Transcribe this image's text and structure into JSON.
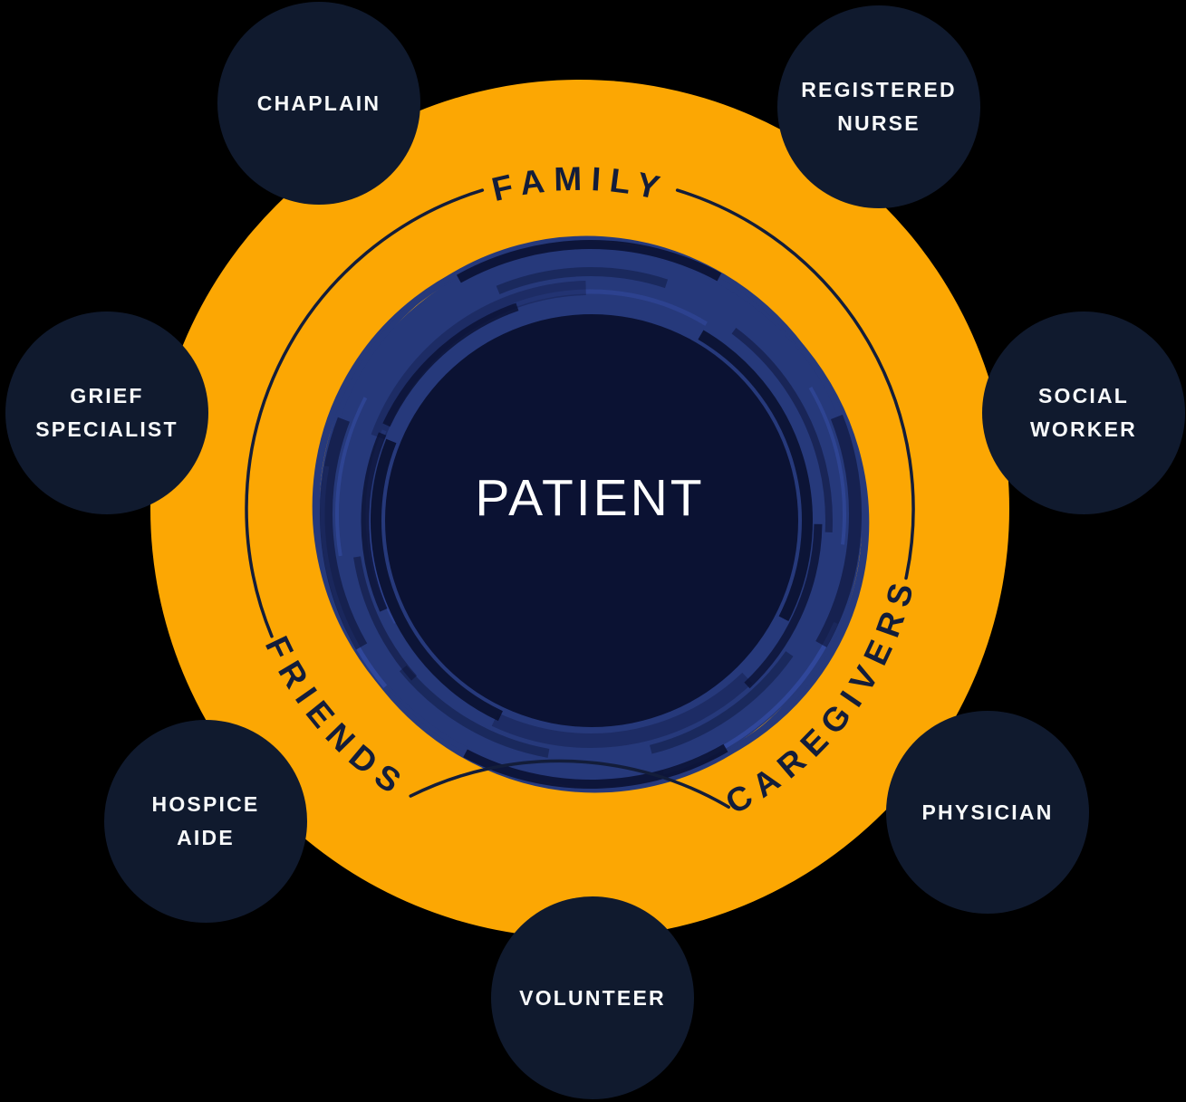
{
  "diagram": {
    "type": "hospice-care-team-wheel",
    "center": {
      "label": "PATIENT"
    },
    "ring": {
      "family_label": "FAMILY",
      "friends_label": "FRIENDS",
      "caregivers_label": "CAREGIVERS"
    },
    "roles": [
      {
        "id": "chaplain",
        "lines": [
          "CHAPLAIN"
        ]
      },
      {
        "id": "registered-nurse",
        "lines": [
          "REGISTERED",
          "NURSE"
        ]
      },
      {
        "id": "grief-specialist",
        "lines": [
          "GRIEF",
          "SPECIALIST"
        ]
      },
      {
        "id": "social-worker",
        "lines": [
          "SOCIAL",
          "WORKER"
        ]
      },
      {
        "id": "hospice-aide",
        "lines": [
          "HOSPICE",
          "AIDE"
        ]
      },
      {
        "id": "physician",
        "lines": [
          "PHYSICIAN"
        ]
      },
      {
        "id": "volunteer",
        "lines": [
          "VOLUNTEER"
        ]
      }
    ],
    "colors": {
      "bg": "#000000",
      "orange": "#FCA703",
      "navy-line": "#131D3A",
      "node-navy": "#101A2E",
      "brush-blue": "#26397B",
      "brush-light": "#32499D",
      "inner-navy": "#0B1233",
      "text-light": "#F7F9FA"
    }
  }
}
